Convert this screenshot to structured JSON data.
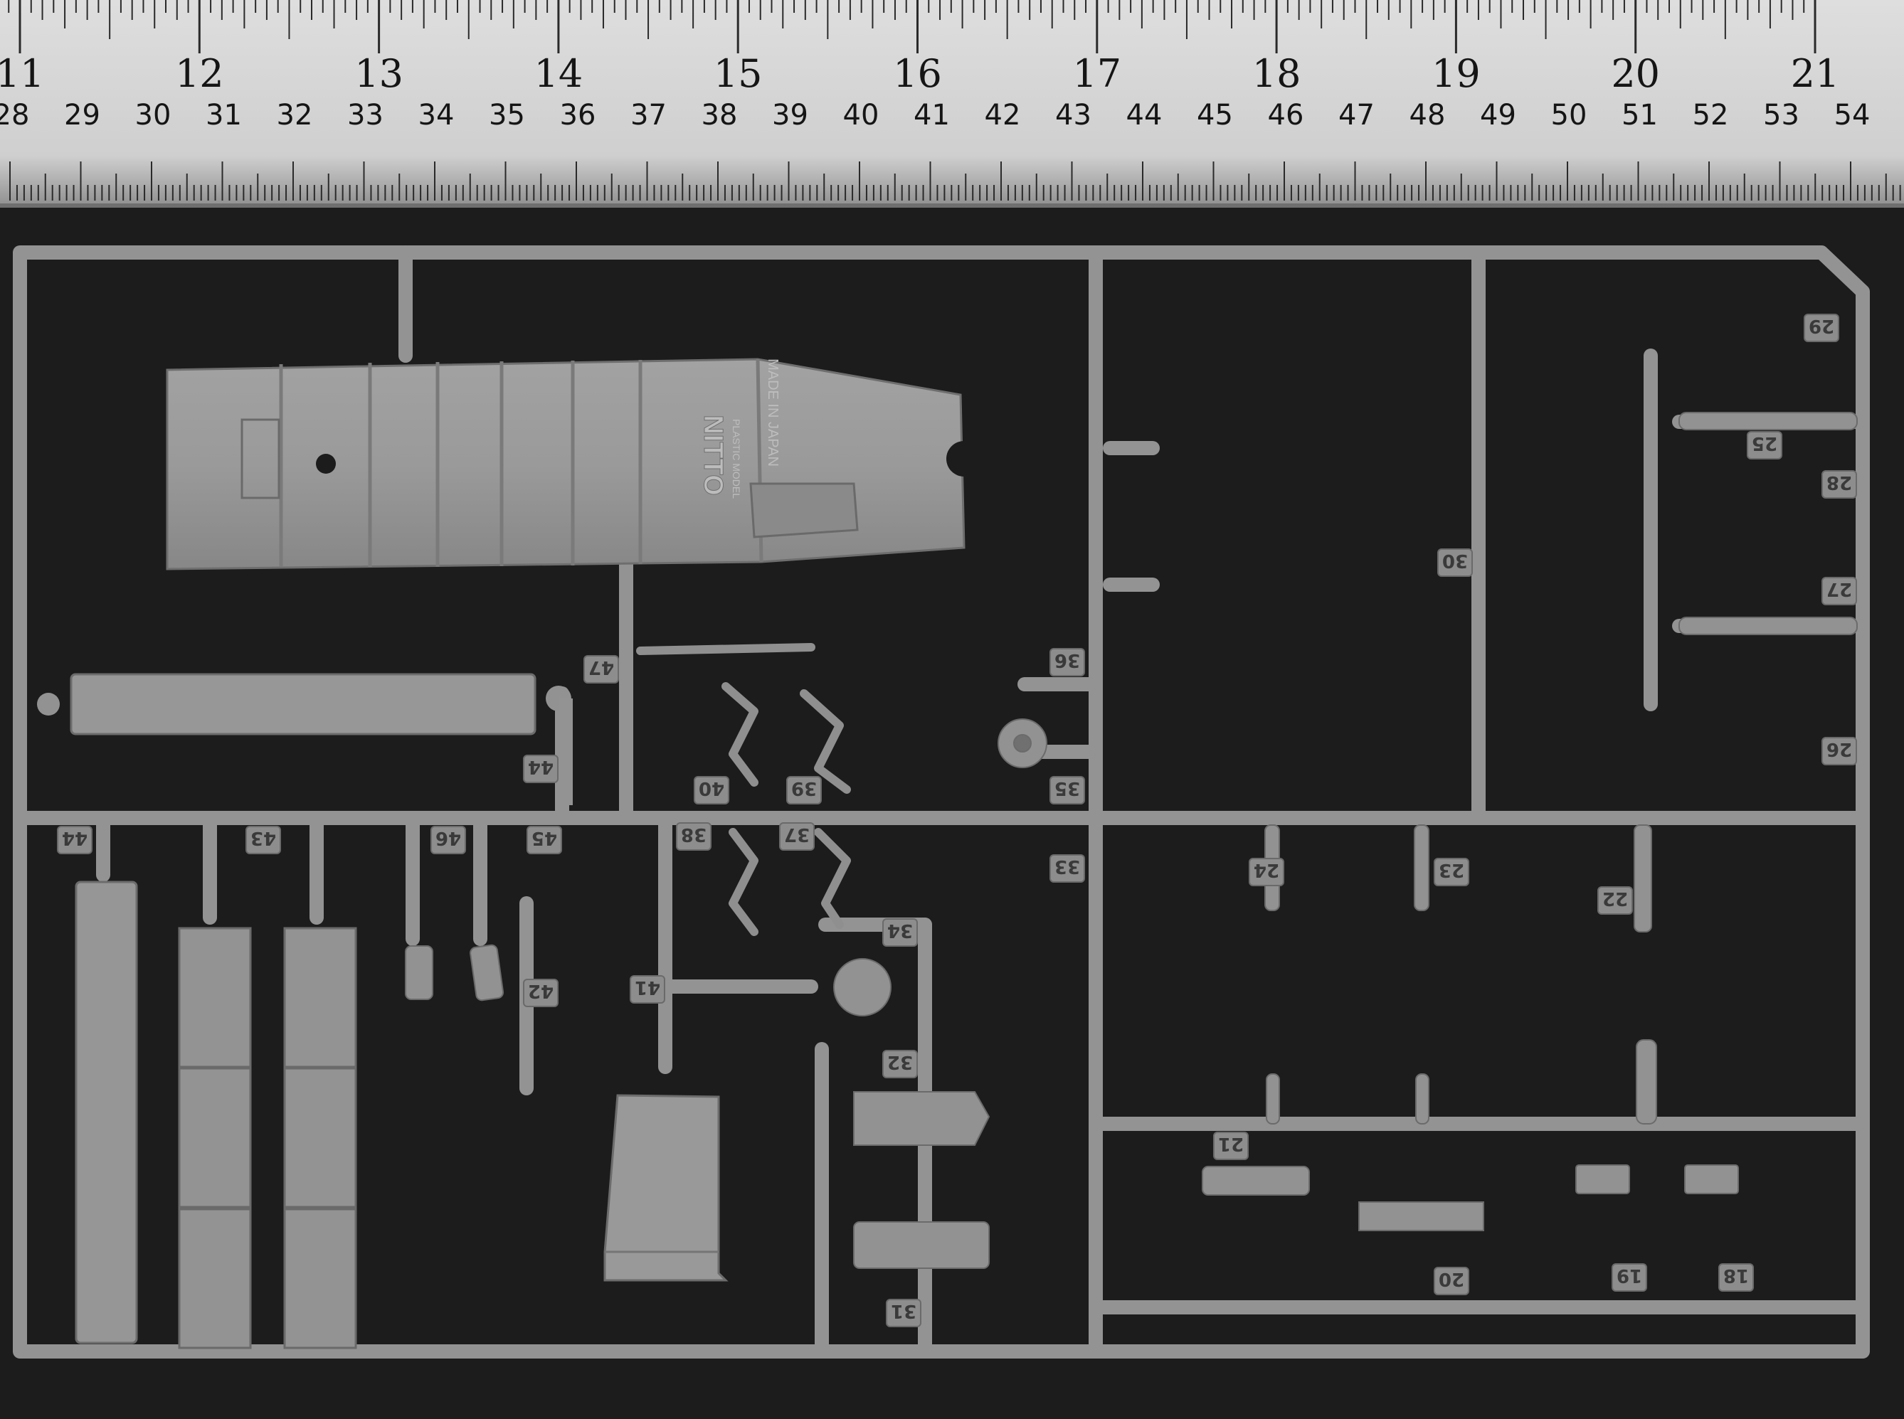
{
  "ruler": {
    "inch_labels": [
      "11",
      "12",
      "13",
      "14",
      "15",
      "16",
      "17",
      "18",
      "19",
      "20",
      "21"
    ],
    "cm_labels": [
      "28",
      "29",
      "30",
      "31",
      "32",
      "33",
      "34",
      "35",
      "36",
      "37",
      "38",
      "39",
      "40",
      "41",
      "42",
      "43",
      "44",
      "45",
      "46",
      "47",
      "48",
      "49",
      "50",
      "51",
      "52",
      "53",
      "54"
    ]
  },
  "hull": {
    "brand": "NITTO",
    "brand_sub": "PLASTIC MODEL",
    "origin": "MADE IN JAPAN"
  },
  "part_numbers": [
    "18",
    "19",
    "20",
    "21",
    "22",
    "23",
    "24",
    "25",
    "26",
    "27",
    "28",
    "29",
    "30",
    "31",
    "32",
    "33",
    "34",
    "35",
    "36",
    "37",
    "38",
    "39",
    "40",
    "41",
    "42",
    "43",
    "44",
    "45",
    "46",
    "47"
  ]
}
